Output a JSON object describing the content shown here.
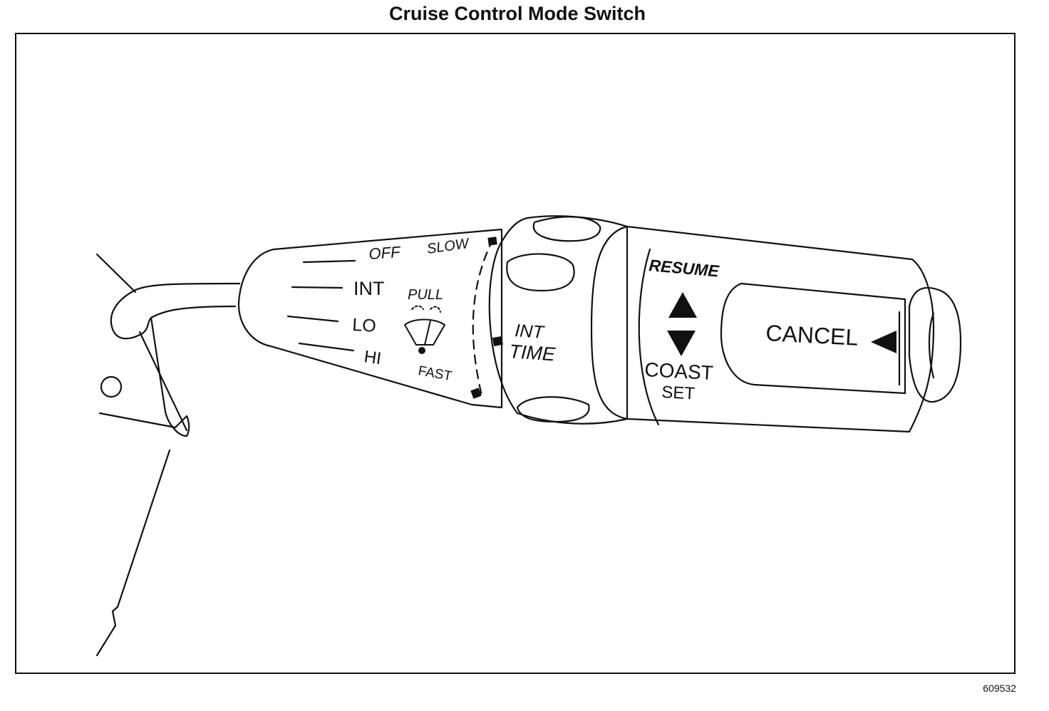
{
  "title": "Cruise Control Mode Switch",
  "figure_number": "609532",
  "labels": {
    "off": "OFF",
    "slow": "SLOW",
    "int": "INT",
    "lo": "LO",
    "hi": "HI",
    "pull": "PULL",
    "fast": "FAST",
    "int_time_line1": "INT",
    "int_time_line2": "TIME",
    "resume": "RESUME",
    "coast": "COAST",
    "set": "SET",
    "cancel": "CANCEL"
  },
  "icons": [
    "windshield-wiper-icon",
    "up-arrow-icon",
    "down-arrow-icon",
    "left-arrow-icon"
  ]
}
